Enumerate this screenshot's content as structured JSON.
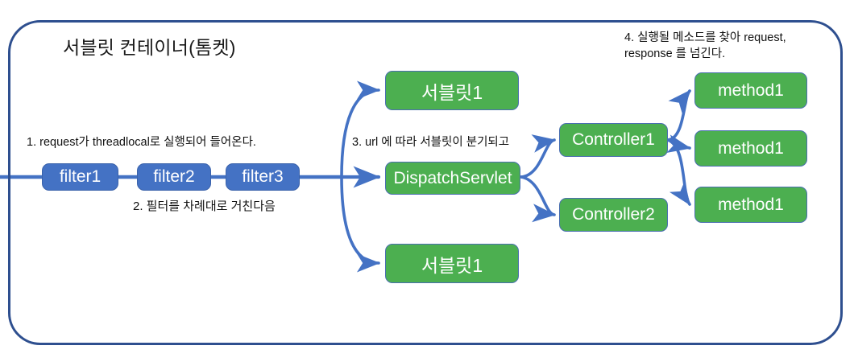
{
  "diagram": {
    "title": "서블릿 컨테이너(톰켓)",
    "colors": {
      "filter_blue": "#4472C4",
      "node_green": "#4CAF50",
      "container_border": "#2E4F8F",
      "arrow_blue": "#4472C4",
      "text_dark": "#111111",
      "node_text": "#FFFFFF"
    },
    "notes": [
      {
        "id": "note-1",
        "text": "1. request가 threadlocal로 실행되어 들어온다."
      },
      {
        "id": "note-2",
        "text": "2. 필터를 차례대로 거친다음"
      },
      {
        "id": "note-3",
        "text": "3. url 에 따라 서블릿이 분기되고"
      },
      {
        "id": "note-4",
        "text": "4. 실행될 메소드를 찾아 request,\nresponse 를 넘긴다."
      }
    ],
    "filters": [
      {
        "id": "filter1",
        "label": "filter1"
      },
      {
        "id": "filter2",
        "label": "filter2"
      },
      {
        "id": "filter3",
        "label": "filter3"
      }
    ],
    "servlets": [
      {
        "id": "servlet-top",
        "label": "서블릿1"
      },
      {
        "id": "dispatch-servlet",
        "label": "DispatchServlet"
      },
      {
        "id": "servlet-bottom",
        "label": "서블릿1"
      }
    ],
    "controllers": [
      {
        "id": "controller1",
        "label": "Controller1"
      },
      {
        "id": "controller2",
        "label": "Controller2"
      }
    ],
    "methods": [
      {
        "id": "method-1",
        "label": "method1"
      },
      {
        "id": "method-2",
        "label": "method1"
      },
      {
        "id": "method-3",
        "label": "method1"
      }
    ]
  }
}
